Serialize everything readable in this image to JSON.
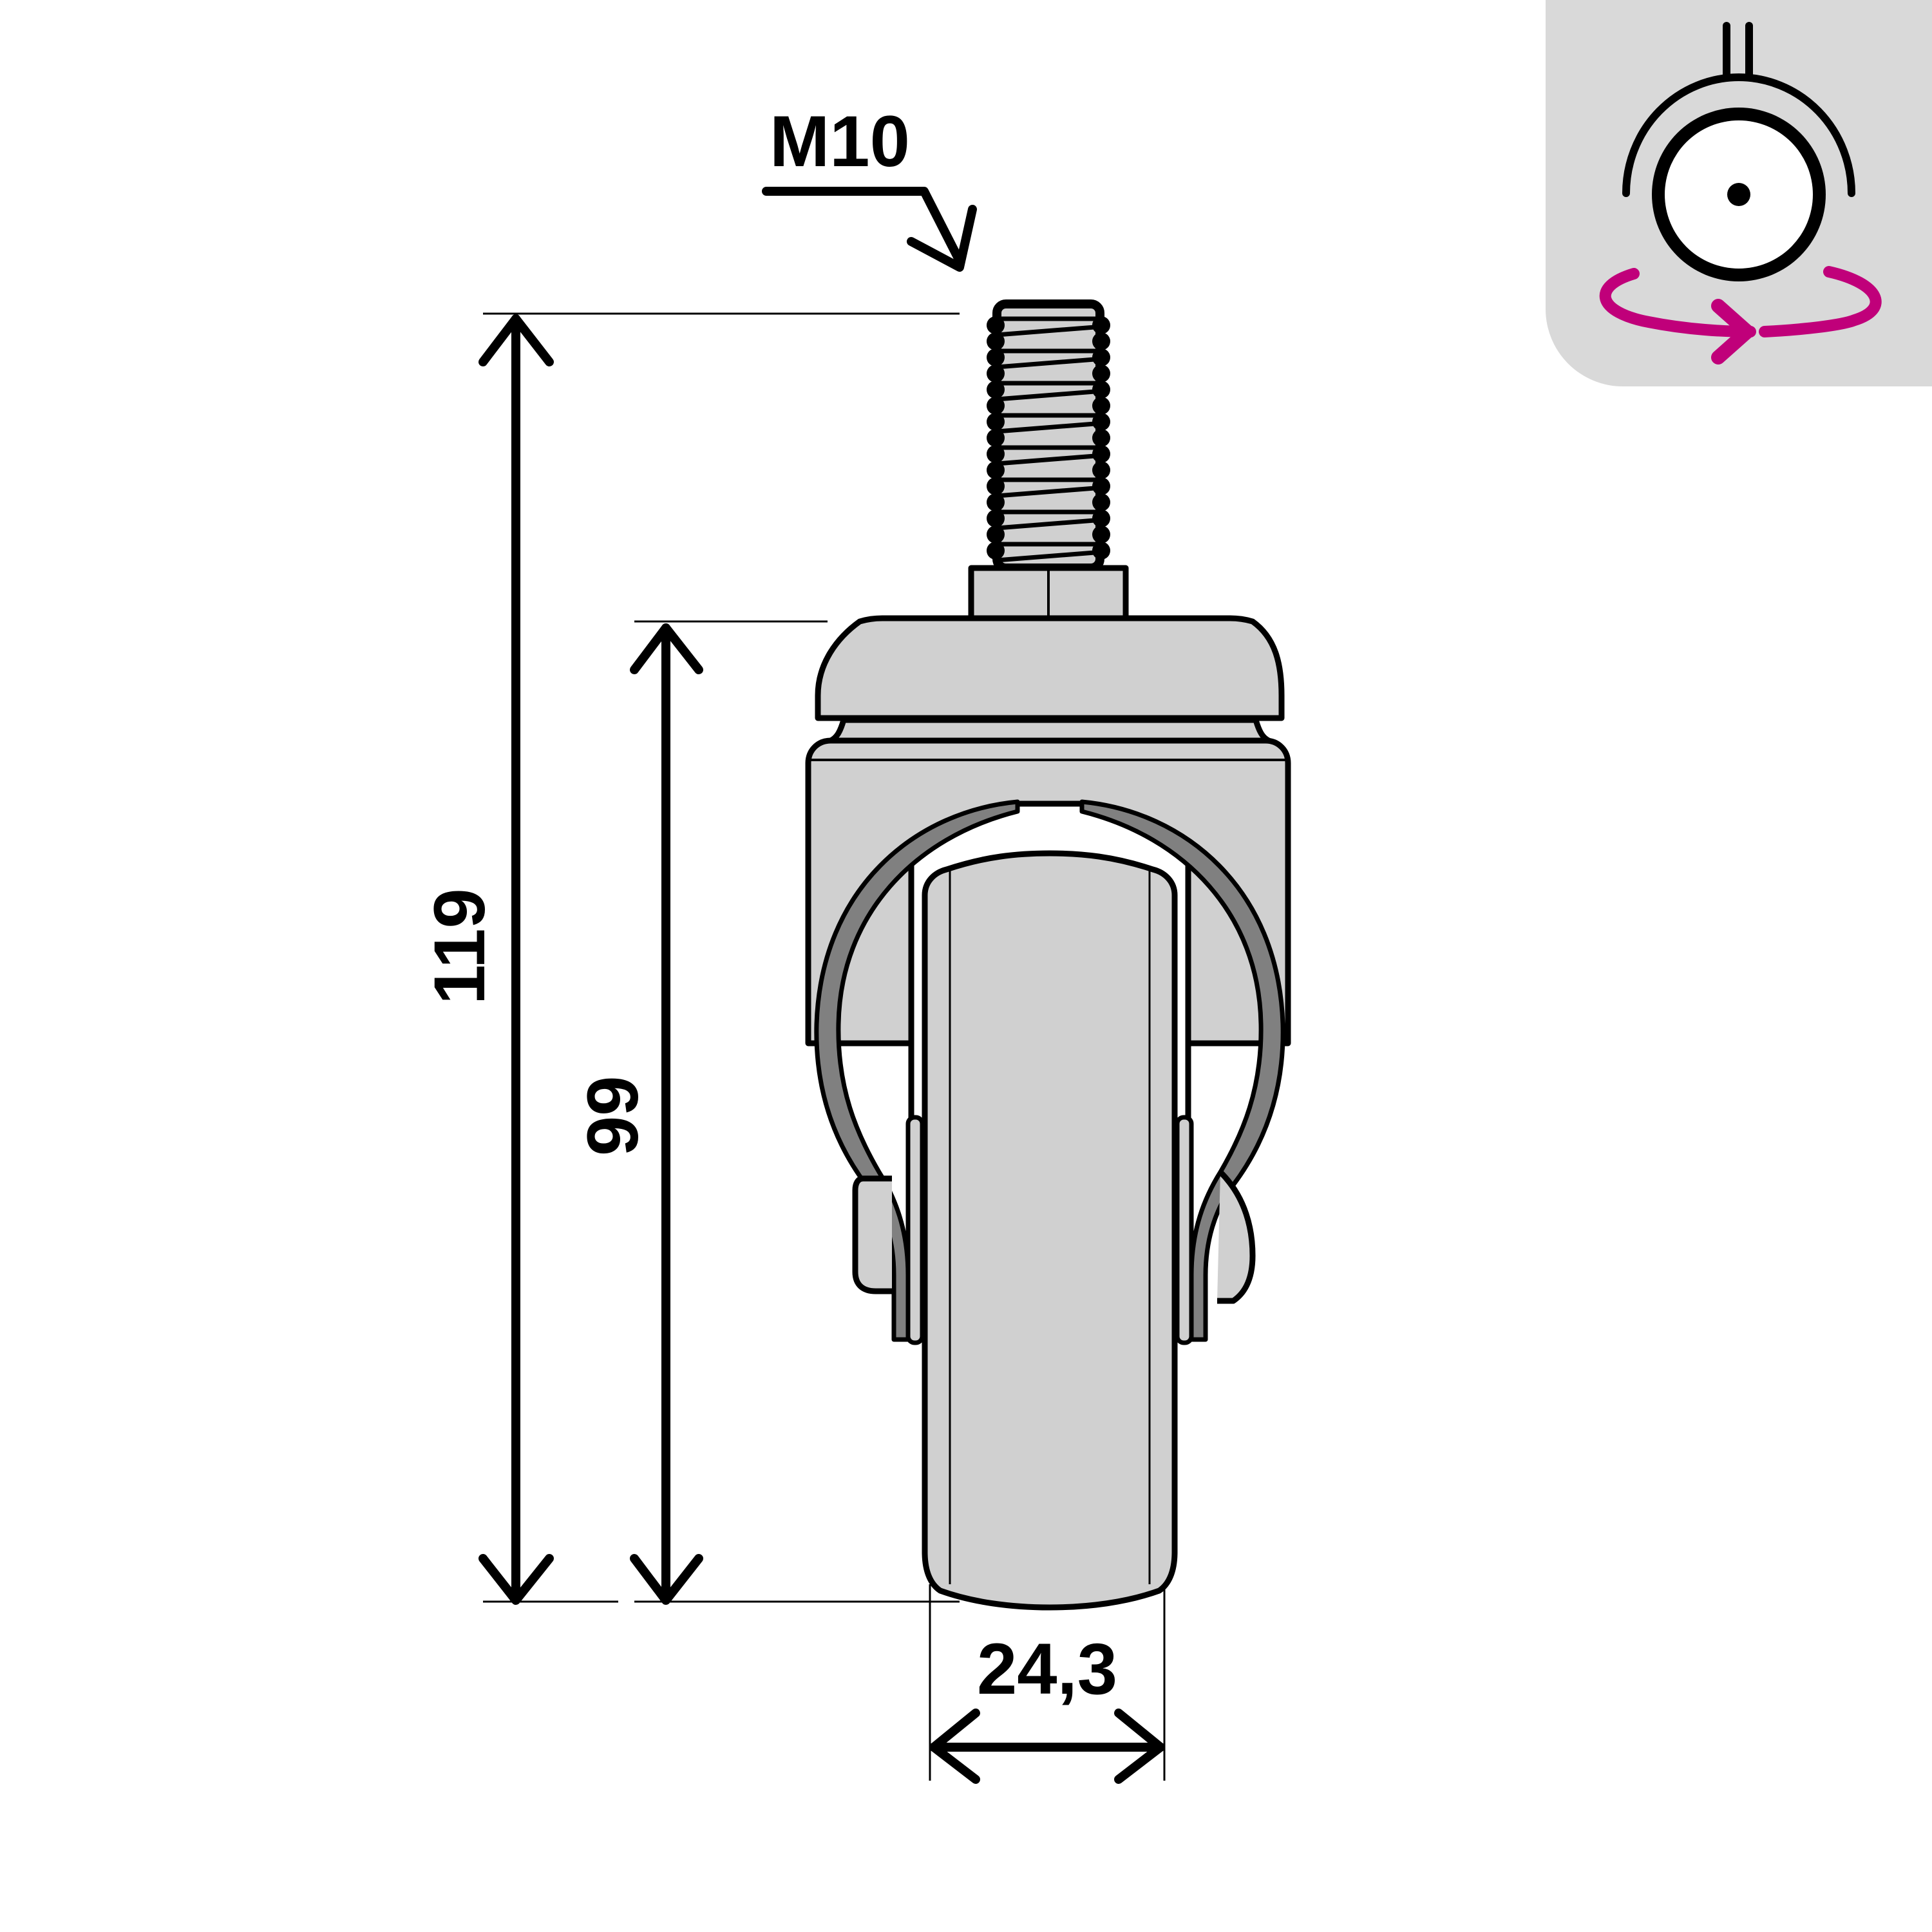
{
  "drawing": {
    "subject": "Swivel castor with threaded stem",
    "colors": {
      "body_fill": "#d0d0d0",
      "fork_dark": "#808080",
      "line": "#000000",
      "icon_panel_bg": "#d9d9d9",
      "icon_arrow": "#c0007a",
      "background": "#ffffff"
    }
  },
  "annotations": {
    "thread_label": "M10",
    "overall_height": "119",
    "wheel_height": "99",
    "wheel_width": "24,3"
  },
  "icon": {
    "name": "swivel-castor-icon",
    "description": "wheel with fork and rotation arrow"
  }
}
